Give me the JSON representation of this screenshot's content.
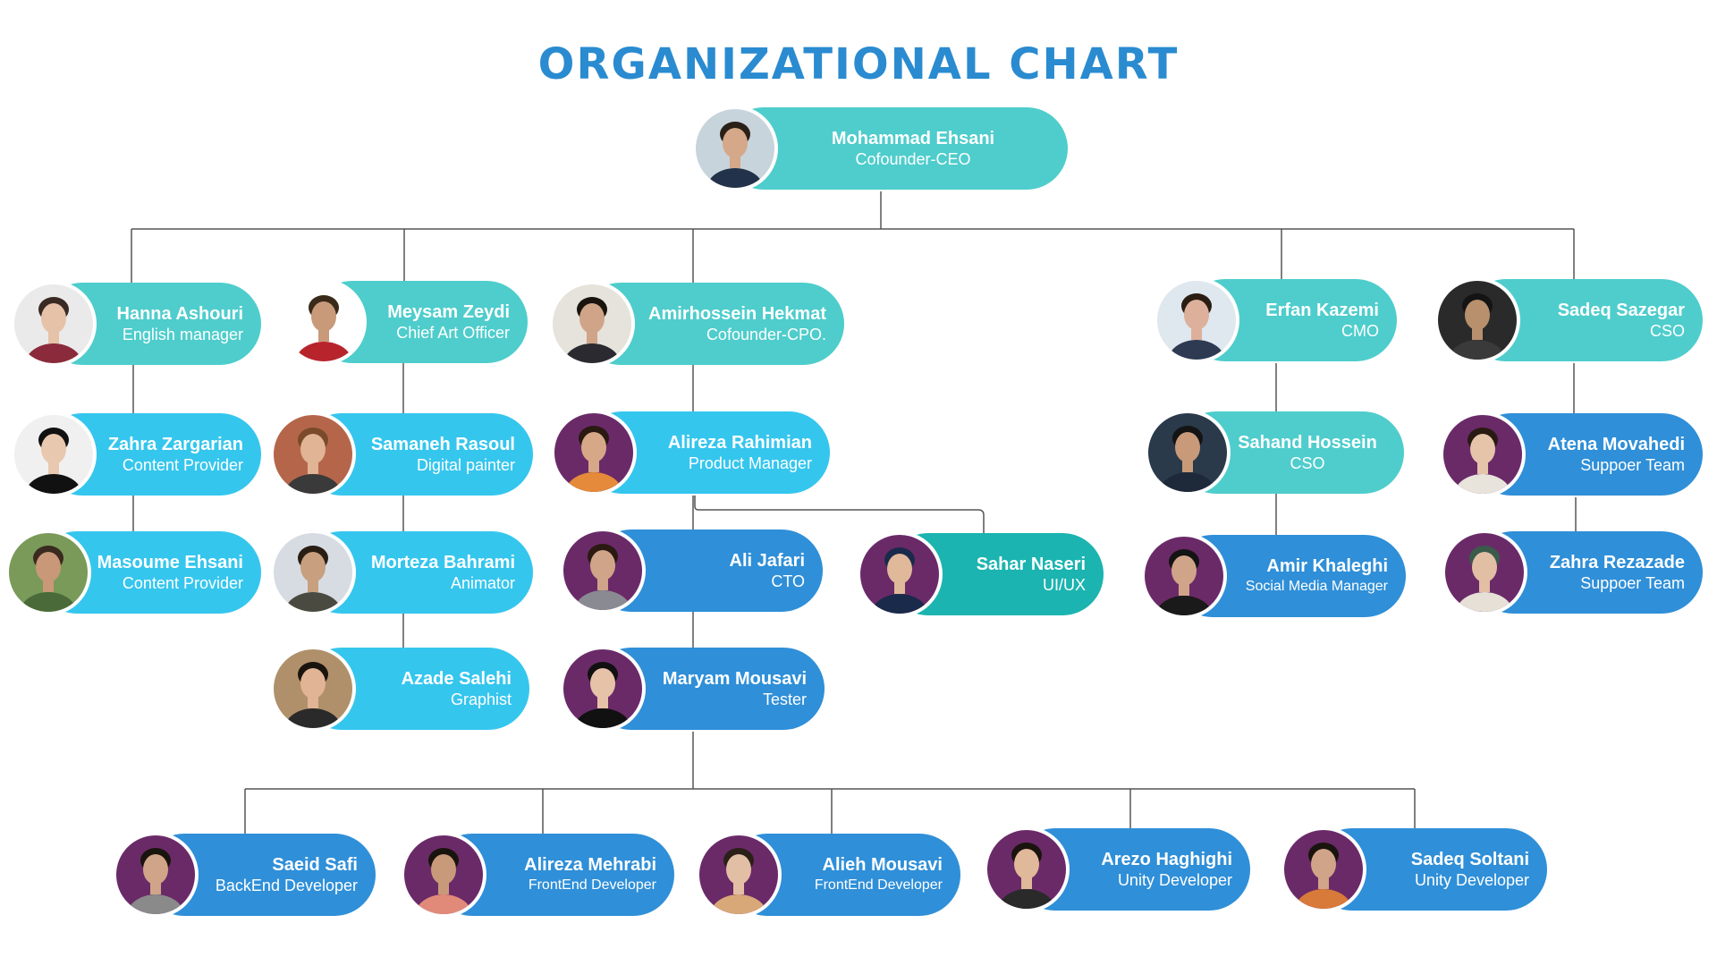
{
  "title": "ORGANIZATIONAL CHART",
  "colors": {
    "title": "#2a8bd0",
    "teal": "#4ecdcc",
    "teal_dark": "#1bb4b0",
    "cyan": "#35c6ee",
    "blue": "#2f8fd8",
    "line": "#555555"
  },
  "people": {
    "ceo": {
      "name": "Mohammad Ehsani",
      "role": "Cofounder-CEO"
    },
    "hanna": {
      "name": "Hanna Ashouri",
      "role": "English manager"
    },
    "meysam": {
      "name": "Meysam Zeydi",
      "role": "Chief Art Officer"
    },
    "amirhossein": {
      "name": "Amirhossein Hekmat",
      "role": "Cofounder-CPO."
    },
    "erfan": {
      "name": "Erfan Kazemi",
      "role": "CMO"
    },
    "sadeq_s": {
      "name": "Sadeq Sazegar",
      "role": "CSO"
    },
    "zahra_z": {
      "name": "Zahra Zargarian",
      "role": "Content Provider"
    },
    "samaneh": {
      "name": "Samaneh Rasoul",
      "role": "Digital painter"
    },
    "alireza_r": {
      "name": "Alireza Rahimian",
      "role": "Product Manager"
    },
    "sahand": {
      "name": "Sahand Hossein",
      "role": "CSO"
    },
    "atena": {
      "name": "Atena Movahedi",
      "role": "Suppoer Team"
    },
    "masoume": {
      "name": "Masoume Ehsani",
      "role": "Content Provider"
    },
    "morteza": {
      "name": "Morteza Bahrami",
      "role": "Animator"
    },
    "ali": {
      "name": "Ali Jafari",
      "role": "CTO"
    },
    "sahar": {
      "name": "Sahar Naseri",
      "role": "UI/UX"
    },
    "amir_k": {
      "name": "Amir Khaleghi",
      "role": "Social Media Manager"
    },
    "zahra_r": {
      "name": "Zahra Rezazade",
      "role": "Suppoer Team"
    },
    "azade": {
      "name": "Azade Salehi",
      "role": "Graphist"
    },
    "maryam": {
      "name": "Maryam Mousavi",
      "role": "Tester"
    },
    "saeid": {
      "name": "Saeid Safi",
      "role": "BackEnd Developer"
    },
    "alireza_m": {
      "name": "Alireza Mehrabi",
      "role": "FrontEnd Developer"
    },
    "alieh": {
      "name": "Alieh Mousavi",
      "role": "FrontEnd Developer"
    },
    "arezo": {
      "name": "Arezo Haghighi",
      "role": "Unity Developer"
    },
    "sadeq_so": {
      "name": "Sadeq Soltani",
      "role": "Unity Developer"
    }
  }
}
